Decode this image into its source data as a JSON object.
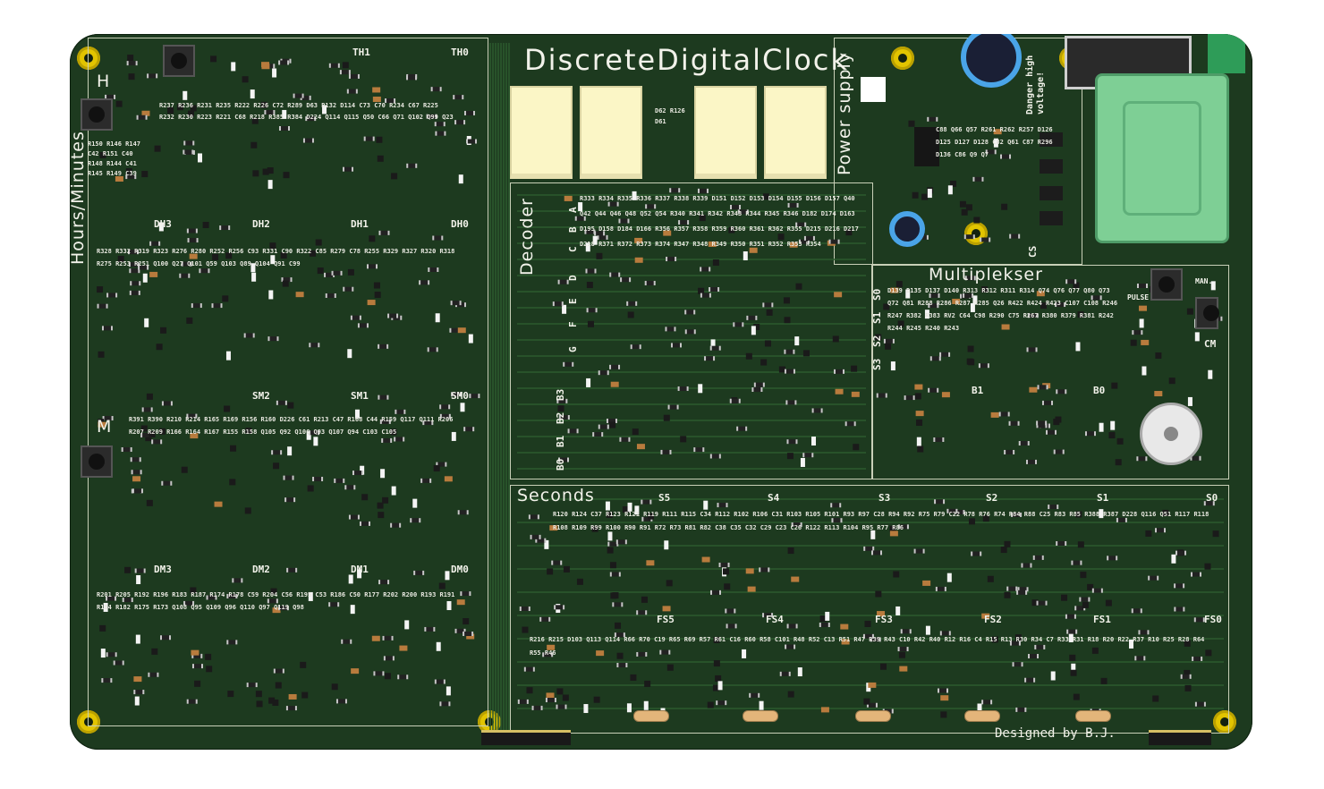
{
  "title": "DiscreteDigitalClock",
  "sections": {
    "hours_minutes": "Hours/Minutes",
    "power_supply": "Power supply",
    "decoder": "Decoder",
    "multiplexer": "Multiplekser",
    "seconds": "Seconds"
  },
  "credit": "Designed by B.J.",
  "warning": "Danger high voltage!",
  "buttons": {
    "hours": "H",
    "minutes": "M",
    "pulse": "PULSE",
    "manual": "MAN."
  },
  "digit_labels": {
    "hours": [
      "TH1",
      "TH0",
      "DH3",
      "DH2",
      "DH1",
      "DH0"
    ],
    "minutes": [
      "SM2",
      "SM1",
      "SM0",
      "DM3",
      "DM2",
      "DM1",
      "DM0"
    ],
    "seconds": [
      "S5",
      "S4",
      "S3",
      "S2",
      "S1",
      "S0"
    ],
    "fast_seconds": [
      "FS5",
      "FS4",
      "FS3",
      "FS2",
      "FS1",
      "FS0"
    ],
    "mux": [
      "S0",
      "S1",
      "S2",
      "S3",
      "CM",
      "B1",
      "B0",
      "CS"
    ],
    "decoder_outputs": [
      "A",
      "B",
      "C",
      "D",
      "E",
      "F",
      "G"
    ],
    "decoder_inputs": [
      "B3",
      "B2",
      "B1",
      "B0"
    ]
  },
  "designators": {
    "hm_top": [
      "R237",
      "R236",
      "R231",
      "R235",
      "R222",
      "R226",
      "C72",
      "R289",
      "D63",
      "R132",
      "D114",
      "C73",
      "C70",
      "R234",
      "C67",
      "R225",
      "R232",
      "R230",
      "R223",
      "R221",
      "C68",
      "R218",
      "R385",
      "R384",
      "D224",
      "Q114",
      "Q115",
      "Q50",
      "C66",
      "Q71",
      "Q102",
      "Q99",
      "Q23"
    ],
    "hm_mid": [
      "R328",
      "R332",
      "R319",
      "R323",
      "R276",
      "R280",
      "R252",
      "R256",
      "C93",
      "R331",
      "C90",
      "R322",
      "C85",
      "R279",
      "C78",
      "R255",
      "R329",
      "R327",
      "R320",
      "R318",
      "R275",
      "R253",
      "R251",
      "Q100",
      "Q27",
      "Q101",
      "Q59",
      "Q103",
      "Q89",
      "Q104",
      "Q91",
      "C99"
    ],
    "hm_low": [
      "R391",
      "R390",
      "R210",
      "R214",
      "R165",
      "R169",
      "R156",
      "R160",
      "D226",
      "C61",
      "R213",
      "C47",
      "R168",
      "C44",
      "R159",
      "Q117",
      "Q111",
      "R206",
      "R207",
      "R209",
      "R166",
      "R164",
      "R167",
      "R155",
      "R158",
      "Q105",
      "Q92",
      "Q106",
      "Q93",
      "Q107",
      "Q94",
      "C103",
      "C105"
    ],
    "hm_bottom": [
      "R201",
      "R205",
      "R192",
      "R196",
      "R183",
      "R187",
      "R174",
      "R178",
      "C59",
      "R204",
      "C56",
      "R195",
      "C53",
      "R186",
      "C50",
      "R177",
      "R202",
      "R200",
      "R193",
      "R191",
      "R184",
      "R182",
      "R175",
      "R173",
      "Q108",
      "Q95",
      "Q109",
      "Q96",
      "Q110",
      "Q97",
      "Q119",
      "Q98"
    ],
    "left_col": [
      "R150",
      "R146",
      "R147",
      "C42",
      "R151",
      "C40",
      "R148",
      "R144",
      "C41",
      "R145",
      "R149",
      "C39"
    ],
    "decoder": [
      "R333",
      "R334",
      "R335",
      "R336",
      "R337",
      "R338",
      "R339",
      "D151",
      "D152",
      "D153",
      "D154",
      "D155",
      "D156",
      "D157",
      "Q40",
      "Q42",
      "Q44",
      "Q46",
      "Q48",
      "Q52",
      "Q54",
      "R340",
      "R341",
      "R342",
      "R343",
      "R344",
      "R345",
      "R346",
      "D182",
      "D174",
      "D163",
      "D195",
      "D158",
      "D184",
      "D166",
      "R356",
      "R357",
      "R358",
      "R359",
      "R360",
      "R361",
      "R362",
      "R355",
      "D215",
      "D216",
      "D217",
      "D218",
      "R371",
      "R372",
      "R373",
      "R374",
      "R347",
      "R348",
      "R349",
      "R350",
      "R351",
      "R352",
      "R353",
      "R354"
    ],
    "center": [
      "D62",
      "R126",
      "D61"
    ],
    "power": [
      "C88",
      "Q66",
      "Q57",
      "R261",
      "R262",
      "R257",
      "D126",
      "D125",
      "D127",
      "D128",
      "C82",
      "Q61",
      "C87",
      "R296",
      "D136",
      "C86",
      "Q9",
      "Q7"
    ],
    "mux": [
      "D139",
      "D135",
      "D137",
      "D140",
      "R313",
      "R312",
      "R311",
      "R314",
      "Q74",
      "Q76",
      "Q77",
      "Q80",
      "Q73",
      "Q72",
      "Q81",
      "R288",
      "R286",
      "R287",
      "R285",
      "Q26",
      "R422",
      "R424",
      "R423",
      "C107",
      "C108",
      "R246",
      "R247",
      "R382",
      "R383",
      "RV2",
      "C64",
      "C98",
      "R290",
      "C75",
      "R267",
      "R380",
      "R379",
      "R381",
      "R242",
      "R244",
      "R245",
      "R240",
      "R243"
    ],
    "seconds": [
      "R120",
      "R124",
      "C37",
      "R123",
      "R121",
      "R119",
      "R111",
      "R115",
      "C34",
      "R112",
      "R102",
      "R106",
      "C31",
      "R103",
      "R105",
      "R101",
      "R93",
      "R97",
      "C28",
      "R94",
      "R92",
      "R75",
      "R79",
      "C22",
      "R78",
      "R76",
      "R74",
      "R84",
      "R88",
      "C25",
      "R83",
      "R85",
      "R388",
      "R387",
      "D228",
      "Q116",
      "Q51",
      "R117",
      "R118",
      "R108",
      "R109",
      "R99",
      "R100",
      "R90",
      "R91",
      "R72",
      "R73",
      "R81",
      "R82",
      "C38",
      "C35",
      "C32",
      "C29",
      "C23",
      "C26",
      "R122",
      "R113",
      "R104",
      "R95",
      "R77",
      "R86"
    ],
    "fast_seconds": [
      "R216",
      "R215",
      "D103",
      "Q113",
      "Q114",
      "R66",
      "R70",
      "C19",
      "R65",
      "R69",
      "R57",
      "R61",
      "C16",
      "R60",
      "R58",
      "C101",
      "R48",
      "R52",
      "C13",
      "R51",
      "R47",
      "R39",
      "R43",
      "C10",
      "R42",
      "R40",
      "R12",
      "R16",
      "C4",
      "R15",
      "R13",
      "R30",
      "R34",
      "C7",
      "R33",
      "R31",
      "R18",
      "R20",
      "R22",
      "R37",
      "R10",
      "R25",
      "R28",
      "R64",
      "R55",
      "R46"
    ]
  }
}
